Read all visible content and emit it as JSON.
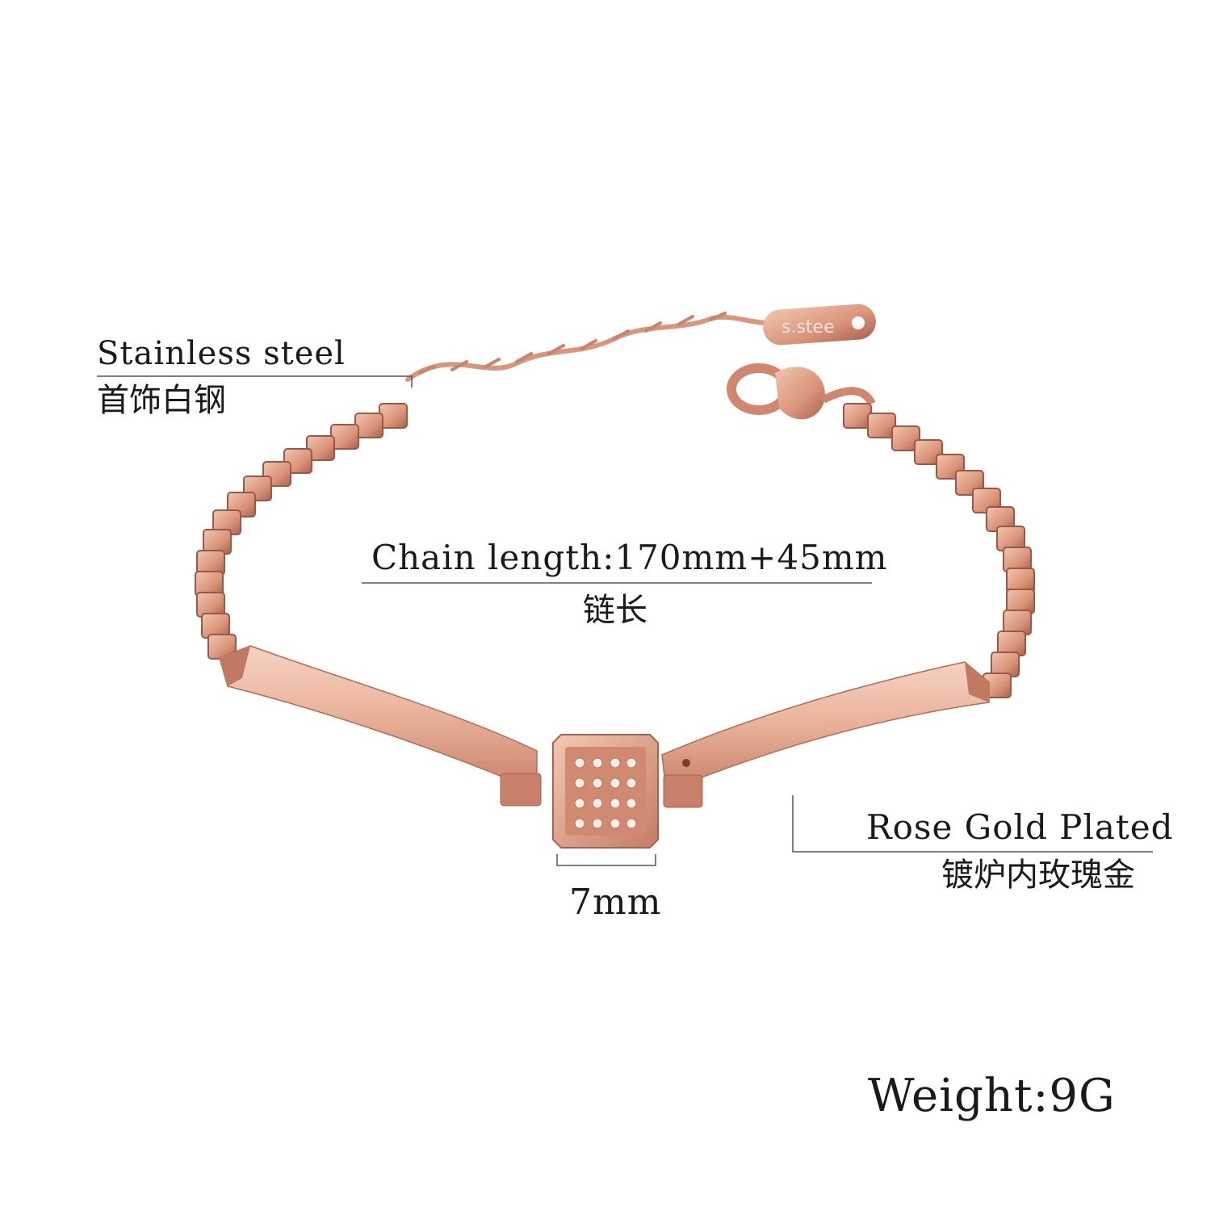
{
  "annotations": {
    "material_en": "Stainless steel",
    "material_zh": "首饰白钢",
    "chain_length_en": "Chain length:170mm+45mm",
    "chain_length_zh": "链长",
    "plating_en": "Rose Gold Plated",
    "plating_zh": "镀炉内玫瑰金",
    "pendant_size": "7mm",
    "weight": "Weight:9G"
  },
  "product": {
    "tag_text": "s.stee",
    "metal_color": "#e3a98e",
    "metal_shadow": "#b9735c",
    "metal_highlight": "#f8dccd"
  }
}
